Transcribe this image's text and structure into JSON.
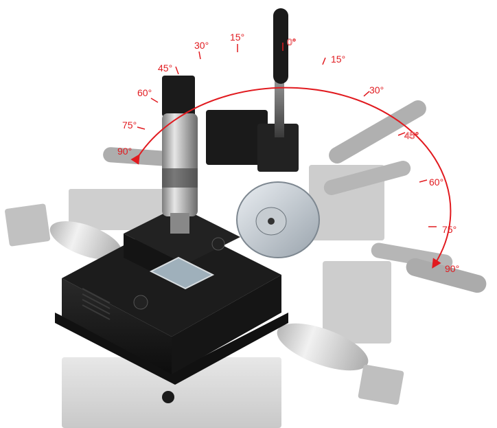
{
  "diagram": {
    "accent_color": "#e11a1f",
    "left_scale": {
      "labels": [
        "0°",
        "15°",
        "30°",
        "45°",
        "60°",
        "75°",
        "90°"
      ]
    },
    "right_scale": {
      "labels": [
        "15°",
        "30°",
        "45°",
        "60°",
        "75°",
        "90°"
      ]
    }
  }
}
